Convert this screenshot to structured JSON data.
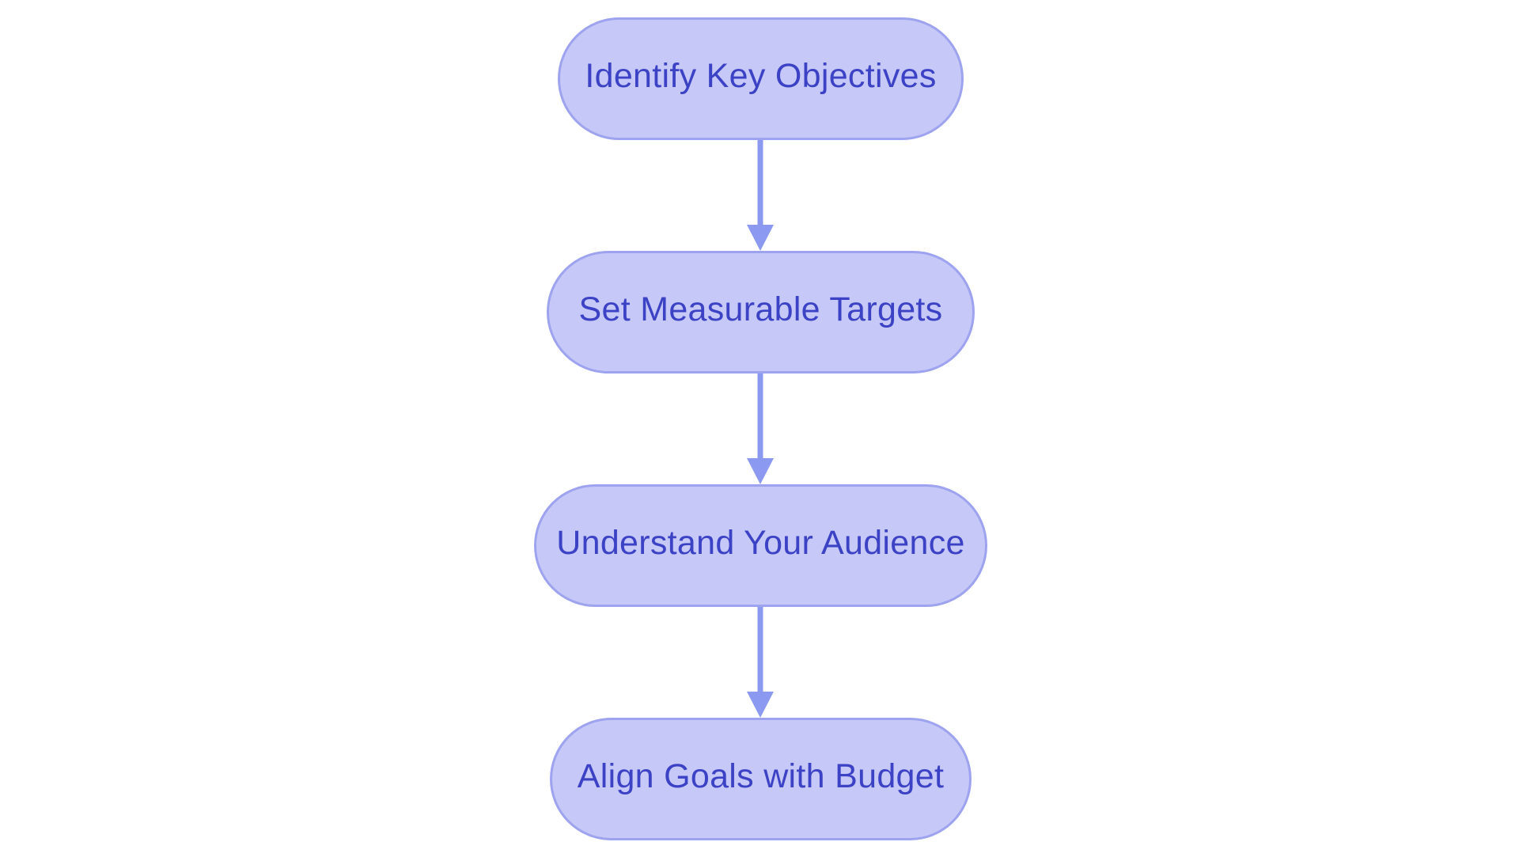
{
  "diagram": {
    "type": "flowchart",
    "direction": "top-down",
    "background": "#ffffff",
    "colors": {
      "node_fill": "#c6c8f7",
      "node_border": "#9ea3f0",
      "node_text": "#3c42c5",
      "arrow": "#8b9af0",
      "background": "#ffffff"
    },
    "nodes": [
      {
        "label": "Identify Key Objectives"
      },
      {
        "label": "Set Measurable Targets"
      },
      {
        "label": "Understand Your Audience"
      },
      {
        "label": "Align Goals with Budget"
      }
    ],
    "edges": [
      {
        "from": "Identify Key Objectives",
        "to": "Set Measurable Targets"
      },
      {
        "from": "Set Measurable Targets",
        "to": "Understand Your Audience"
      },
      {
        "from": "Understand Your Audience",
        "to": "Align Goals with Budget"
      }
    ]
  }
}
